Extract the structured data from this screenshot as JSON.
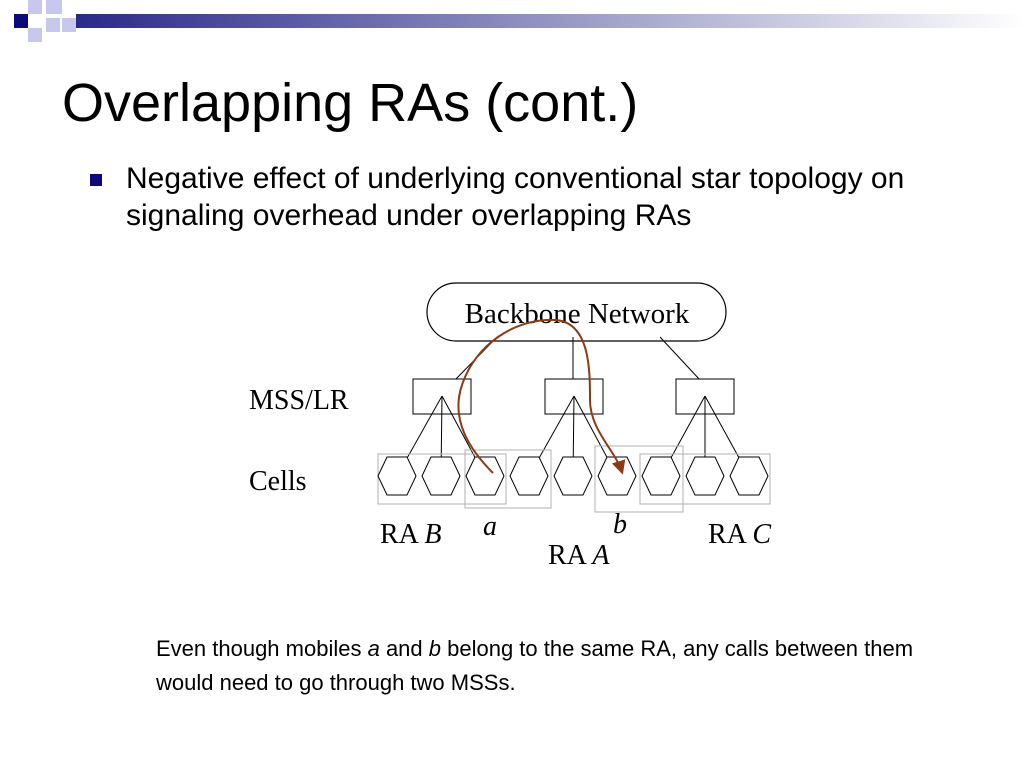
{
  "slide": {
    "title": "Overlapping RAs (cont.)",
    "bullet": "Negative effect of underlying conventional star topology on signaling overhead under overlapping RAs"
  },
  "diagram": {
    "backbone_label": "Backbone Network",
    "mss_label": "MSS/LR",
    "cells_label": "Cells",
    "ra_b_prefix": "RA ",
    "ra_b_name": "B",
    "ra_a_prefix": "RA ",
    "ra_a_name": "A",
    "ra_c_prefix": "RA ",
    "ra_c_name": "C",
    "mobile_a": "a",
    "mobile_b": "b",
    "path_color": "#8b3a14"
  },
  "caption": {
    "part1": "Even though mobiles ",
    "mobile_a": "a",
    "part2": " and ",
    "mobile_b": "b",
    "part3": " belong to the same RA, any calls between them would need to go through two MSSs."
  },
  "colors": {
    "accent": "#0a0a7a",
    "title_bar_gradient_start": "#2a2a88",
    "title_bar_gradient_end": "#ffffff"
  }
}
